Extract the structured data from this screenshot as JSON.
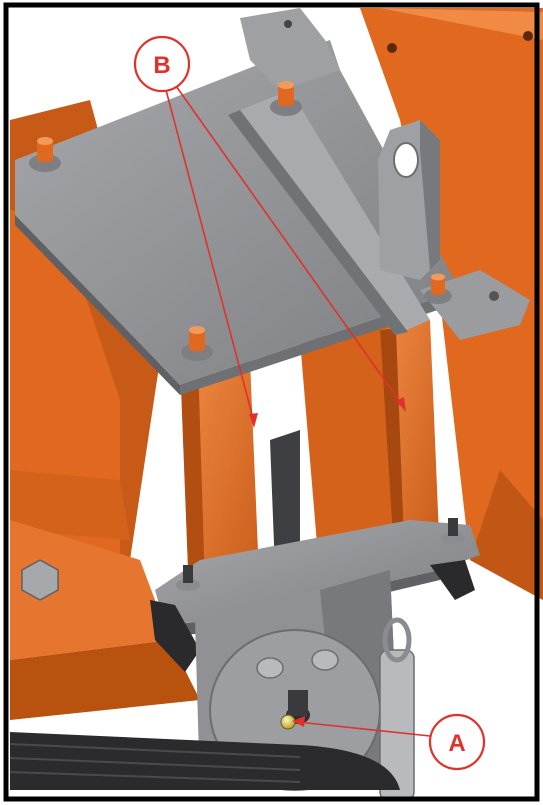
{
  "callouts": {
    "a": {
      "label": "A",
      "target": "grease-fitting"
    },
    "b": {
      "label": "B",
      "target": "slide-rails"
    }
  },
  "colors": {
    "orange": "#e0681f",
    "orange_dark": "#b24e12",
    "orange_light": "#ef8a45",
    "steel": "#8f9194",
    "steel_dark": "#6b6d70",
    "steel_light": "#b8babd",
    "callout_red": "#e0322b",
    "belt": "#2b2b2d",
    "border": "#000000"
  }
}
